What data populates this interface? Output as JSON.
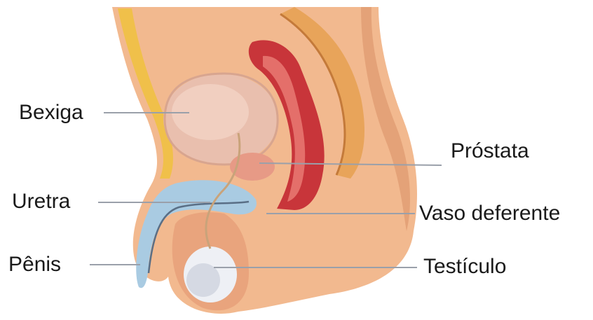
{
  "labels": {
    "bexiga": "Bexiga",
    "uretra": "Uretra",
    "penis": "Pênis",
    "prostata": "Próstata",
    "vaso_deferente": "Vaso deferente",
    "testiculo": "Testículo"
  },
  "colors": {
    "skin": "#f2b98f",
    "skin_shadow": "#d98f66",
    "fat": "#f0c04a",
    "bladder": "#e9bfae",
    "rectum": "#c8353a",
    "rectum_inner": "#e46f6a",
    "urethra_tissue": "#a9cbe2",
    "testis": "#eef0f5",
    "leader_line": "#9aa0aa"
  }
}
